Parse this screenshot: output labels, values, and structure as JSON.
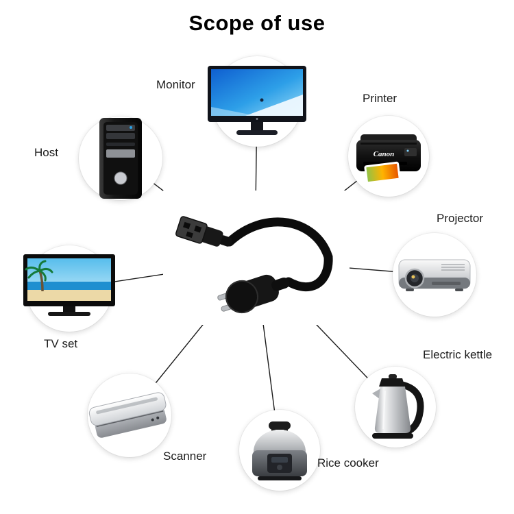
{
  "title": "Scope of use",
  "diagram": {
    "items": [
      {
        "id": "monitor",
        "label": "Monitor"
      },
      {
        "id": "printer",
        "label": "Printer",
        "brand": "Canon"
      },
      {
        "id": "projector",
        "label": "Projector"
      },
      {
        "id": "electric-kettle",
        "label": "Electric kettle"
      },
      {
        "id": "rice-cooker",
        "label": "Rice cooker"
      },
      {
        "id": "scanner",
        "label": "Scanner"
      },
      {
        "id": "tv-set",
        "label": "TV set"
      },
      {
        "id": "host",
        "label": "Host"
      }
    ]
  },
  "colors": {
    "background": "#ffffff",
    "title_text": "#000000",
    "label_text": "#1a1a1a",
    "connector_line": "#1a1a1a"
  }
}
